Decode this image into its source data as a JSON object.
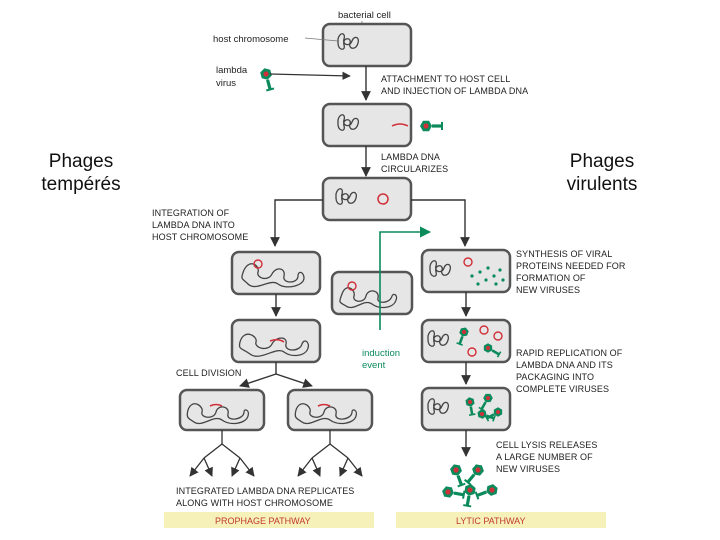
{
  "side_labels": {
    "left": "Phages tempérés",
    "right": "Phages virulents"
  },
  "labels": {
    "bacterial_cell": "bacterial cell",
    "host_chromosome": "host chromosome",
    "lambda_virus_1": "lambda",
    "lambda_virus_2": "virus",
    "attachment_1": "ATTACHMENT TO HOST CELL",
    "attachment_2": "AND INJECTION OF LAMBDA DNA",
    "circularizes_1": "LAMBDA DNA",
    "circularizes_2": "CIRCULARIZES",
    "integration_1": "INTEGRATION OF",
    "integration_2": "LAMBDA DNA INTO",
    "integration_3": "HOST CHROMOSOME",
    "synthesis_1": "SYNTHESIS OF VIRAL",
    "synthesis_2": "PROTEINS NEEDED FOR",
    "synthesis_3": "FORMATION OF",
    "synthesis_4": "NEW VIRUSES",
    "induction_1": "induction",
    "induction_2": "event",
    "rapid_1": "RAPID REPLICATION OF",
    "rapid_2": "LAMBDA DNA AND ITS",
    "rapid_3": "PACKAGING INTO",
    "rapid_4": "COMPLETE VIRUSES",
    "cell_division": "CELL DIVISION",
    "lysis_1": "CELL LYSIS RELEASES",
    "lysis_2": "A LARGE NUMBER OF",
    "lysis_3": "NEW VIRUSES",
    "integrated_1": "INTEGRATED LAMBDA DNA REPLICATES",
    "integrated_2": "ALONG WITH HOST CHROMOSOME",
    "prophage_pathway": "PROPHAGE PATHWAY",
    "lytic_pathway": "LYTIC PATHWAY"
  },
  "colors": {
    "cell_fill": "#e6e6e6",
    "cell_stroke": "#555555",
    "dna_stroke": "#444444",
    "lambda_dna": "#d0303a",
    "virus_green": "#0b8a5c",
    "virus_red": "#d0303a",
    "pathway_band": "#f6f1b8",
    "pathway_text": "#c0392b"
  },
  "icons": [
    "lambda-virus-icon",
    "bacterial-cell-icon",
    "arrow-icon"
  ]
}
